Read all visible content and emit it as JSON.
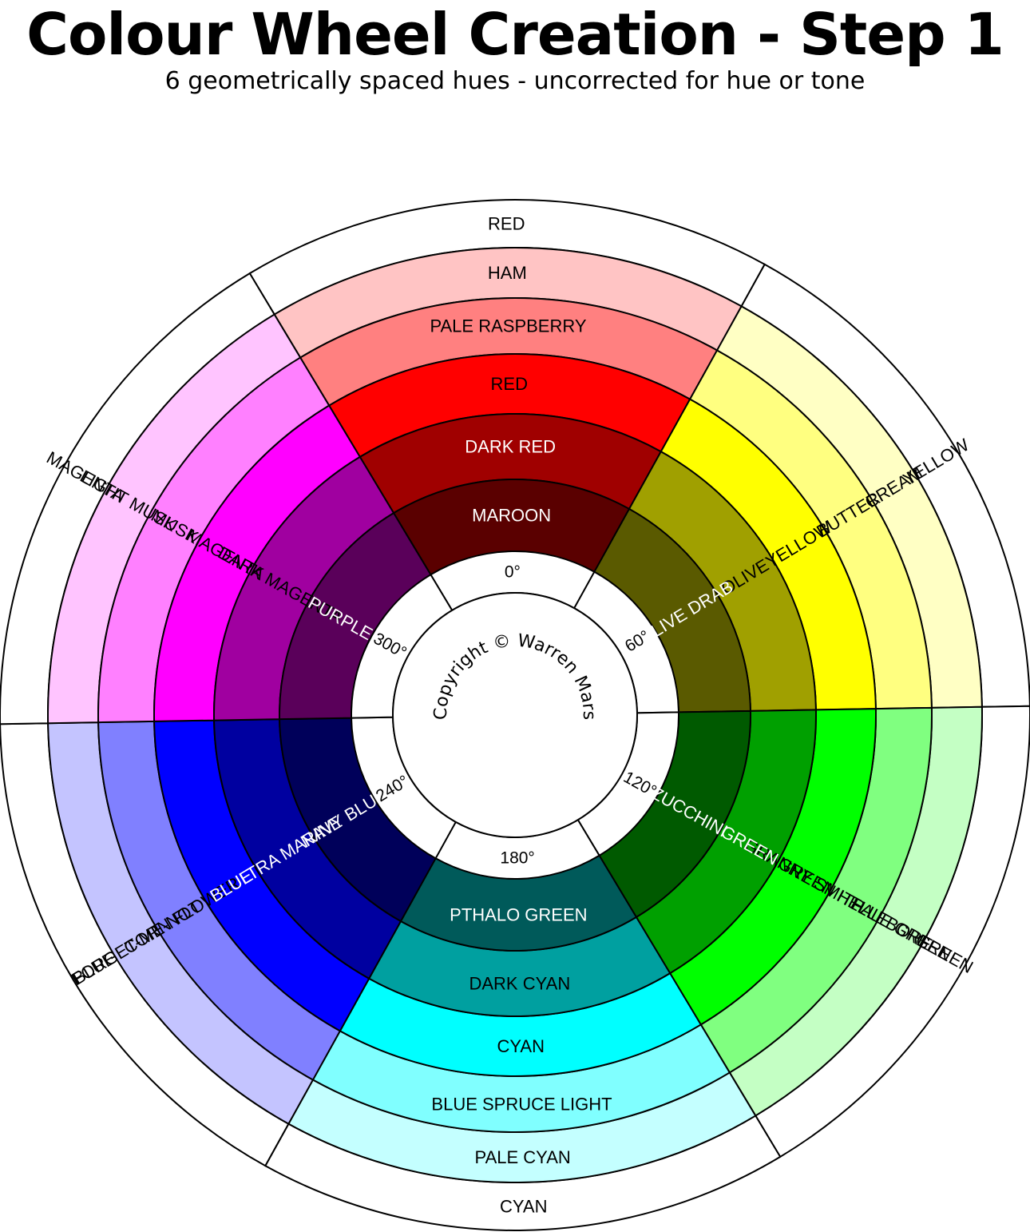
{
  "title": "Colour Wheel Creation - Step 1",
  "subtitle": "6 geometrically spaced hues - uncorrected for hue or tone",
  "copyright": "Copyright © Warren Mars",
  "degree_labels": [
    "0°",
    "60°",
    "120°",
    "180°",
    "240°",
    "300°"
  ],
  "rings": [
    {
      "ring": "outer-name",
      "cells": [
        {
          "label": "RED",
          "color": "#FFFFFF",
          "text_color": "#000000"
        },
        {
          "label": "YELLOW",
          "color": "#FFFFFF",
          "text_color": "#000000"
        },
        {
          "label": "GREEN",
          "color": "#FFFFFF",
          "text_color": "#000000"
        },
        {
          "label": "CYAN",
          "color": "#FFFFFF",
          "text_color": "#000000"
        },
        {
          "label": "BLUE",
          "color": "#FFFFFF",
          "text_color": "#000000"
        },
        {
          "label": "MAGENTA",
          "color": "#FFFFFF",
          "text_color": "#000000"
        }
      ]
    },
    {
      "ring": "palest",
      "cells": [
        {
          "label": "HAM",
          "color": "#FFC4C4",
          "text_color": "#000000"
        },
        {
          "label": "CREAM",
          "color": "#FFFFC4",
          "text_color": "#000000"
        },
        {
          "label": "PALE GREEN",
          "color": "#C4FFC4",
          "text_color": "#000000"
        },
        {
          "label": "PALE CYAN",
          "color": "#C4FFFF",
          "text_color": "#000000"
        },
        {
          "label": "FORGET-ME-NOT",
          "color": "#C4C4FF",
          "text_color": "#000000"
        },
        {
          "label": "LIGHT MUSK",
          "color": "#FFC4FF",
          "text_color": "#000000"
        }
      ]
    },
    {
      "ring": "pale",
      "cells": [
        {
          "label": "PALE RASPBERRY",
          "color": "#FF8080",
          "text_color": "#000000"
        },
        {
          "label": "BUTTER",
          "color": "#FFFF80",
          "text_color": "#000000"
        },
        {
          "label": "GREEN HELLEBORE",
          "color": "#80FF80",
          "text_color": "#000000"
        },
        {
          "label": "BLUE SPRUCE LIGHT",
          "color": "#80FFFF",
          "text_color": "#000000"
        },
        {
          "label": "CORN FLOWER",
          "color": "#8080FF",
          "text_color": "#000000"
        },
        {
          "label": "MUSK",
          "color": "#FF80FF",
          "text_color": "#000000"
        }
      ]
    },
    {
      "ring": "pure",
      "cells": [
        {
          "label": "RED",
          "color": "#FF0000",
          "text_color": "#000000"
        },
        {
          "label": "YELLOW",
          "color": "#FFFF00",
          "text_color": "#000000"
        },
        {
          "label": "GRANNY SMITH",
          "color": "#00FF00",
          "text_color": "#000000"
        },
        {
          "label": "CYAN",
          "color": "#00FFFF",
          "text_color": "#000000"
        },
        {
          "label": "BLUE",
          "color": "#0000FF",
          "text_color": "#FFFFFF"
        },
        {
          "label": "MAGENTA",
          "color": "#FF00FF",
          "text_color": "#000000"
        }
      ]
    },
    {
      "ring": "dark",
      "cells": [
        {
          "label": "DARK RED",
          "color": "#A00000",
          "text_color": "#FFFFFF"
        },
        {
          "label": "OLIVE",
          "color": "#A0A000",
          "text_color": "#000000"
        },
        {
          "label": "GREEN",
          "color": "#00A000",
          "text_color": "#FFFFFF"
        },
        {
          "label": "DARK CYAN",
          "color": "#00A0A0",
          "text_color": "#000000"
        },
        {
          "label": "ULTRA MARINE",
          "color": "#0000A0",
          "text_color": "#FFFFFF"
        },
        {
          "label": "DARK MAGENTA",
          "color": "#A000A0",
          "text_color": "#000000"
        }
      ]
    },
    {
      "ring": "darkest",
      "cells": [
        {
          "label": "MAROON",
          "color": "#5A0000",
          "text_color": "#FFFFFF"
        },
        {
          "label": "OLIVE DRAB",
          "color": "#5A5A00",
          "text_color": "#FFFFFF"
        },
        {
          "label": "ZUCCHINI",
          "color": "#005A00",
          "text_color": "#FFFFFF"
        },
        {
          "label": "PTHALO GREEN",
          "color": "#005A5A",
          "text_color": "#FFFFFF"
        },
        {
          "label": "NAVY BLUE",
          "color": "#00005A",
          "text_color": "#FFFFFF"
        },
        {
          "label": "PURPLE",
          "color": "#5A005A",
          "text_color": "#FFFFFF"
        }
      ]
    }
  ]
}
